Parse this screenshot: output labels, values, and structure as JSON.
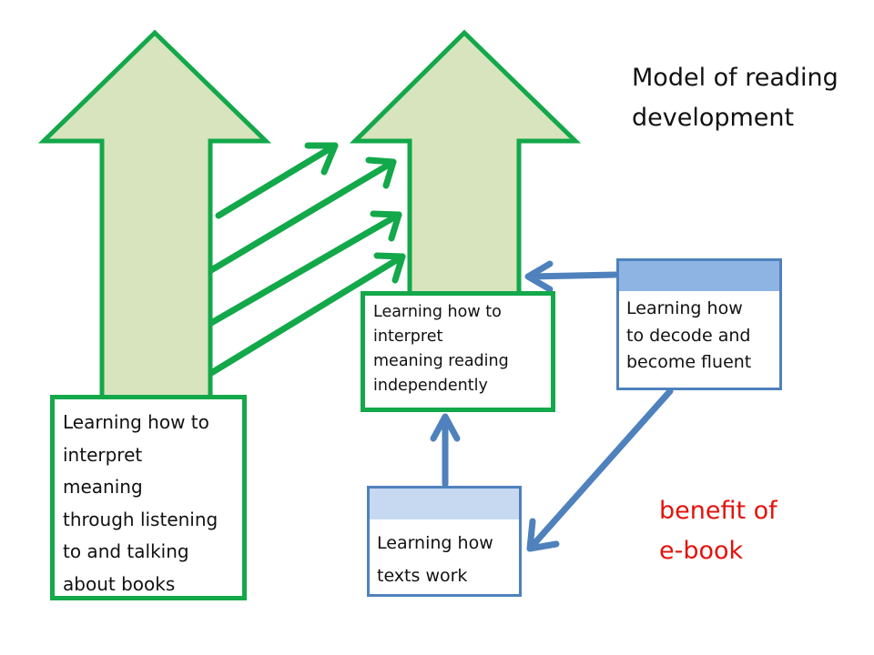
{
  "title": {
    "lines": [
      "Model of reading",
      "development"
    ]
  },
  "boxes": {
    "listening": {
      "lines": [
        "Learning how to",
        "interpret",
        "meaning",
        "through listening",
        "to and talking",
        "about books"
      ]
    },
    "independent": {
      "lines": [
        "Learning how to",
        "interpret",
        "meaning reading",
        "independently"
      ]
    },
    "decode": {
      "lines": [
        "Learning how",
        "to decode and",
        "become fluent"
      ]
    },
    "texts": {
      "lines": [
        "Learning how",
        "texts work"
      ]
    }
  },
  "benefit": {
    "lines": [
      "benefit of",
      "e-book"
    ]
  },
  "colors": {
    "green_stroke": "#13a84a",
    "green_fill": "#d7e4bd",
    "blue_stroke": "#4f81bd",
    "blue_header_dark": "#8eb4e3",
    "blue_header_light": "#c6d9f1",
    "highlight_text": "#e3120b"
  }
}
